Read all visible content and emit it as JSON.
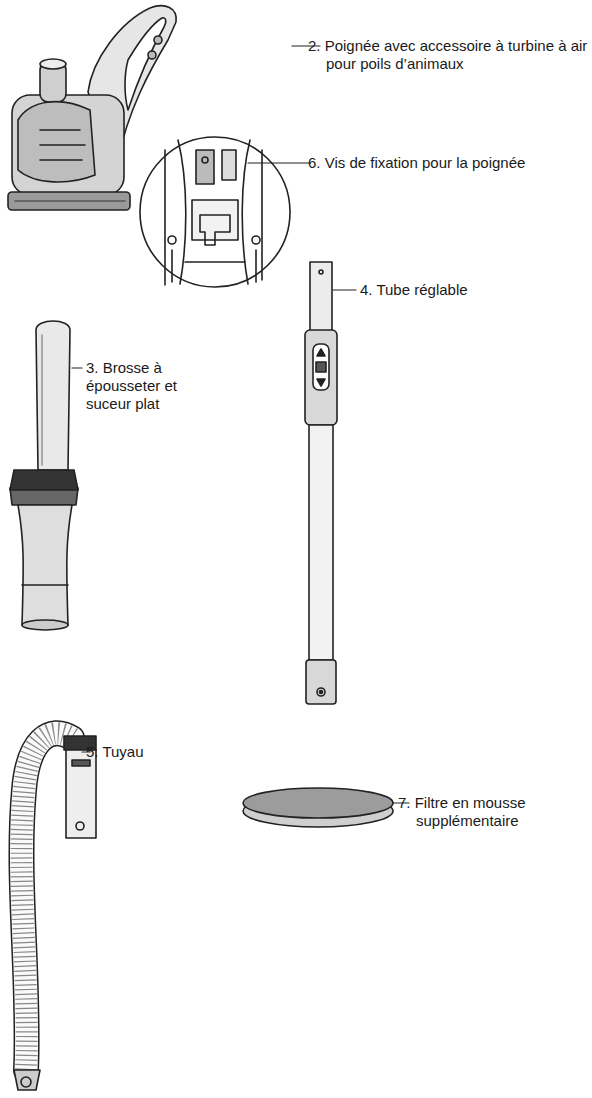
{
  "diagram": {
    "labels": [
      "2. Poignée avec accessoire à turbine à air pour poils d’animaux",
      "6. Vis de fixation pour la poignée",
      "3. Brosse à épousseter et suceur plat",
      "4. Tube réglable",
      "5. Tuyau",
      "7. Filtre en mousse supplémentaire"
    ]
  }
}
